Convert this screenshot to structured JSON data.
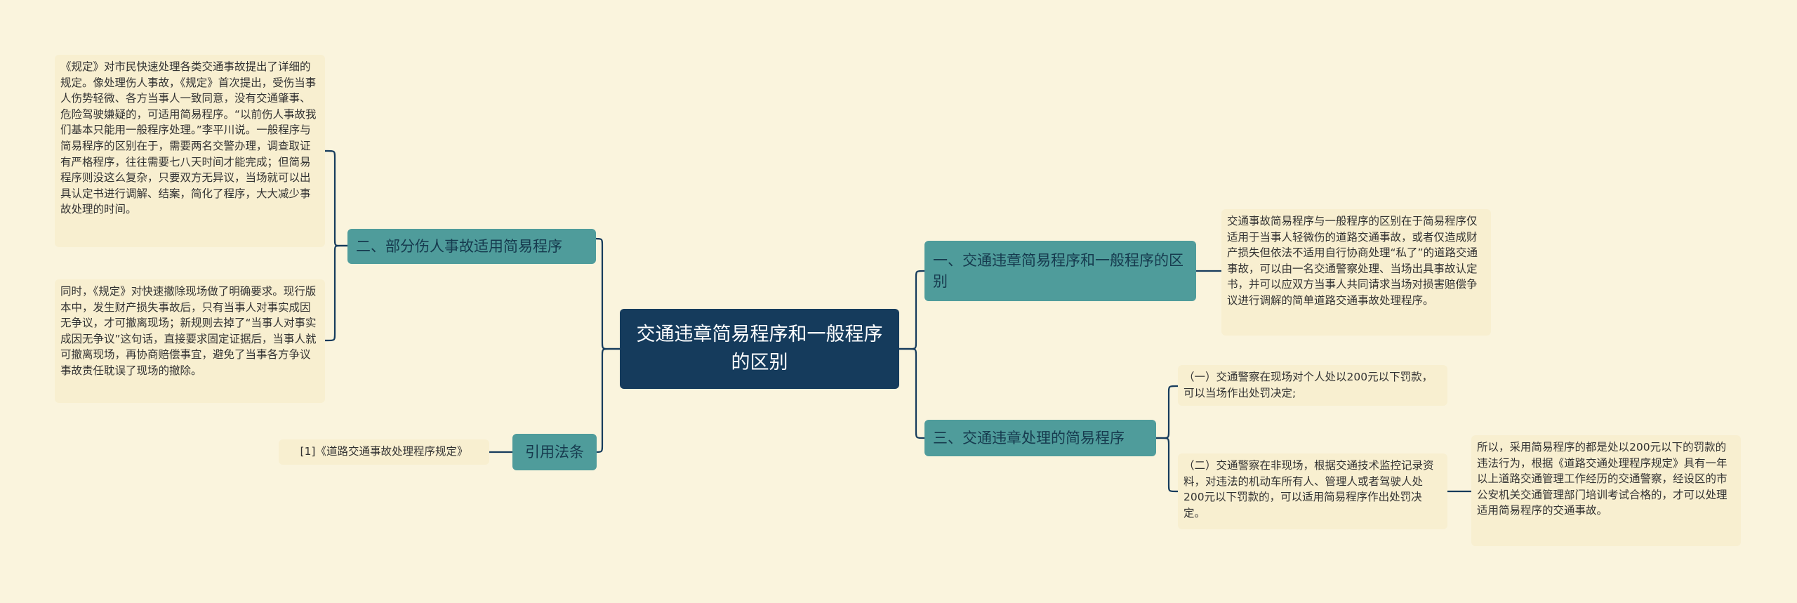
{
  "root": {
    "label": "交通违章简易程序和一般程序的区别"
  },
  "branches": {
    "b1": {
      "label": "二、部分伤人事故适用简易程序",
      "leaves": [
        "《规定》对市民快速处理各类交通事故提出了详细的规定。像处理伤人事故，《规定》首次提出，受伤当事人伤势轻微、各方当事人一致同意，没有交通肇事、危险驾驶嫌疑的，可适用简易程序。“以前伤人事故我们基本只能用一般程序处理。”李平川说。一般程序与简易程序的区别在于，需要两名交警办理，调查取证有严格程序，往往需要七八天时间才能完成；但简易程序则没这么复杂，只要双方无异议，当场就可以出具认定书进行调解、结案，简化了程序，大大减少事故处理的时间。",
        "同时，《规定》对快速撤除现场做了明确要求。现行版本中，发生财产损失事故后，只有当事人对事实成因无争议，才可撤离现场；新规则去掉了“当事人对事实成因无争议”这句话，直接要求固定证据后，当事人就可撤离现场，再协商赔偿事宜，避免了当事各方争议事故责任耽误了现场的撤除。"
      ]
    },
    "b2": {
      "label": "引用法条",
      "leaves": [
        "[1]《道路交通事故处理程序规定》"
      ]
    },
    "b3": {
      "label": "一、交通违章简易程序和一般程序的区别",
      "leaves": [
        "交通事故简易程序与一般程序的区别在于简易程序仅适用于当事人轻微伤的道路交通事故，或者仅造成财产损失但依法不适用自行协商处理“私了”的道路交通事故，可以由一名交通警察处理、当场出具事故认定书，并可以应双方当事人共同请求当场对损害赔偿争议进行调解的简单道路交通事故处理程序。"
      ]
    },
    "b4": {
      "label": "三、交通违章处理的简易程序",
      "leaves": [
        "（一）交通警察在现场对个人处以200元以下罚款，可以当场作出处罚决定;",
        "（二）交通警察在非现场，根据交通技术监控记录资料，对违法的机动车所有人、管理人或者驾驶人处200元以下罚款的，可以适用简易程序作出处罚决定。"
      ],
      "sub_leaf": "所以，采用简易程序的都是处以200元以下的罚款的违法行为，根据《道路交通处理程序规定》具有一年以上道路交通管理工作经历的交通警察，经设区的市公安机关交通管理部门培训考试合格的，才可以处理适用简易程序的交通事故。"
    }
  }
}
